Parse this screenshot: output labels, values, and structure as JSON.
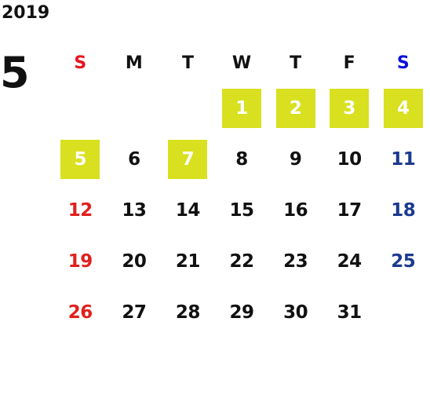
{
  "year": "2019",
  "month": "5",
  "colors": {
    "sunday": "#e0201c",
    "saturday": "#1b3a8f",
    "sunday_header": "#e8141e",
    "saturday_header": "#0a10d8",
    "weekday": "#111111",
    "holiday_bg": "#d8e020",
    "holiday_text": "#ffffff"
  },
  "weekdays": [
    "S",
    "M",
    "T",
    "W",
    "T",
    "F",
    "S"
  ],
  "weeks": [
    [
      {
        "d": ""
      },
      {
        "d": ""
      },
      {
        "d": ""
      },
      {
        "d": "1",
        "holiday": true
      },
      {
        "d": "2",
        "holiday": true
      },
      {
        "d": "3",
        "holiday": true
      },
      {
        "d": "4",
        "holiday": true
      }
    ],
    [
      {
        "d": "5",
        "holiday": true
      },
      {
        "d": "6"
      },
      {
        "d": "7",
        "holiday": true
      },
      {
        "d": "8"
      },
      {
        "d": "9"
      },
      {
        "d": "10"
      },
      {
        "d": "11"
      }
    ],
    [
      {
        "d": "12"
      },
      {
        "d": "13"
      },
      {
        "d": "14"
      },
      {
        "d": "15"
      },
      {
        "d": "16"
      },
      {
        "d": "17"
      },
      {
        "d": "18"
      }
    ],
    [
      {
        "d": "19"
      },
      {
        "d": "20"
      },
      {
        "d": "21"
      },
      {
        "d": "22"
      },
      {
        "d": "23"
      },
      {
        "d": "24"
      },
      {
        "d": "25"
      }
    ],
    [
      {
        "d": "26"
      },
      {
        "d": "27"
      },
      {
        "d": "28"
      },
      {
        "d": "29"
      },
      {
        "d": "30"
      },
      {
        "d": "31"
      },
      {
        "d": ""
      }
    ]
  ]
}
